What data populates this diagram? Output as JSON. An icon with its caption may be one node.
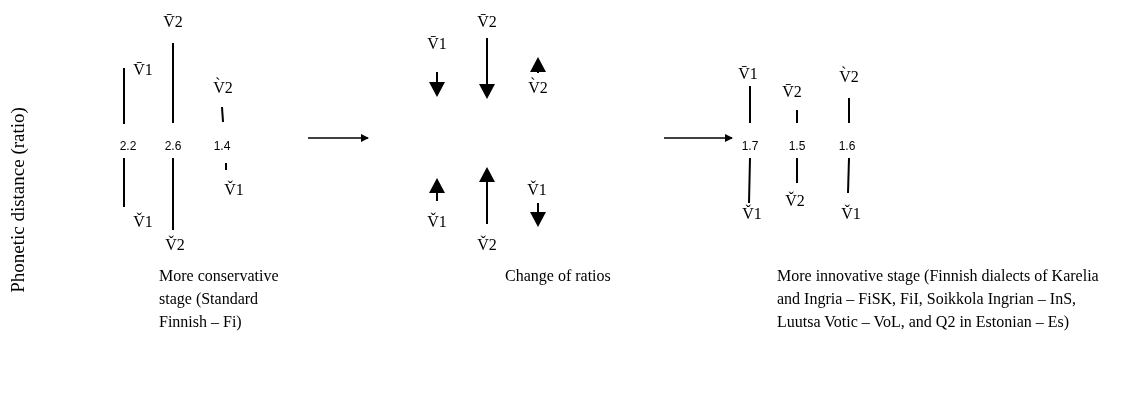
{
  "diagram": {
    "nodes": [
      {
        "text": [
          "More conservative stage (Standard Finnish – Fi)"
        ]
      },
      {
        "text": [
          "Change of ratios"
        ]
      },
      {
        "text": [
          "More innovative stage (Finnish dialects of Karelia and Ingria – FiSK, FiI, Soikkola Ingrian – InS, Luutsa Votic – VoL, and Q2 in Estonian – Es)"
        ]
      }
    ],
    "edges": [
      {
        "from": 0,
        "to": 1,
        "arrow": "to"
      },
      {
        "from": 1,
        "to": 2,
        "arrow": "to"
      }
    ],
    "labels": [
      "Phonetic distance (ratio)",
      "V̄1",
      "2.2",
      "V̌1",
      "V̄2",
      "2.6",
      "V̌2",
      "V̀2",
      "1.4",
      "V̌1",
      "V̄1",
      "V̄2",
      "V̀2",
      "V̌1",
      "V̌2",
      "V̌1",
      "V̄1",
      "1.7",
      "V̌1",
      "V̄2",
      "1.5",
      "V̌2",
      "V̀2",
      "1.6",
      "V̌1"
    ]
  }
}
